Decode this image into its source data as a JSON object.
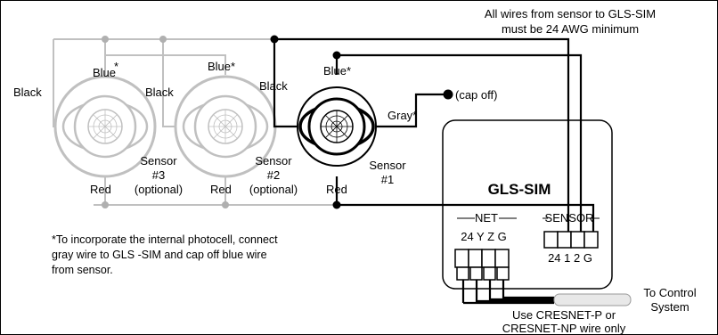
{
  "header_note": {
    "line1": "All wires from sensor to GLS-SIM",
    "line2": "must be 24 AWG minimum"
  },
  "sensors": {
    "s3": {
      "name": "Sensor",
      "number": "#3",
      "optional": "(optional)",
      "blue": "Blue",
      "black": "Black",
      "red": "Red"
    },
    "s2": {
      "name": "Sensor",
      "number": "#2",
      "optional": "(optional)",
      "blue": "Blue*",
      "black": "Black",
      "red": "Red"
    },
    "s1": {
      "name": "Sensor",
      "number": "#1",
      "blue": "Blue*",
      "black": "Black",
      "red": "Red",
      "gray": "Gray*",
      "cap": "(cap off)"
    }
  },
  "module": {
    "title": "GLS-SIM",
    "net_label": "NET",
    "net_pins": "24  Y  Z  G",
    "sensor_label": "SENSOR",
    "sensor_pins": "24  1   2   G"
  },
  "footnote": {
    "line1": "*To incorporate the internal photocell, connect",
    "line2": "gray wire to GLS -SIM and cap off blue wire",
    "line3": "from sensor."
  },
  "cable_note": {
    "line1": "Use CRESNET-P or",
    "line2": "CRESNET-NP wire only"
  },
  "control": {
    "line1": "To Control",
    "line2": "System"
  },
  "colors": {
    "ink": "#000000",
    "optional_wire": "#c0c0c0",
    "optional_dot": "#b0b0b0"
  }
}
